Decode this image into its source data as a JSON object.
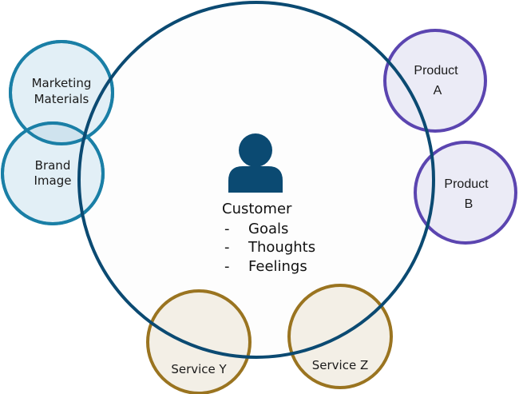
{
  "diagram": {
    "center": {
      "title": "Customer",
      "items": [
        "Goals",
        "Thoughts",
        "Feelings"
      ],
      "bullet": "-",
      "icon": "person-icon",
      "icon_color": "#0b4a72",
      "ring_color": "#0b4a72"
    },
    "touchpoints": [
      {
        "id": "marketing-materials",
        "lines": [
          "Marketing",
          "Materials"
        ],
        "group": "brand"
      },
      {
        "id": "brand-image",
        "lines": [
          "Brand",
          "Image"
        ],
        "group": "brand"
      },
      {
        "id": "product-a",
        "lines": [
          "Product",
          "A"
        ],
        "group": "product"
      },
      {
        "id": "product-b",
        "lines": [
          "Product",
          "B"
        ],
        "group": "product"
      },
      {
        "id": "service-y",
        "lines": [
          "Service Y"
        ],
        "group": "service"
      },
      {
        "id": "service-z",
        "lines": [
          "Service Z"
        ],
        "group": "service"
      }
    ],
    "groups": {
      "brand": {
        "stroke": "#1a7fa6",
        "fill": "#e2eff6"
      },
      "product": {
        "stroke": "#5b45b0",
        "fill": "#ebebf6"
      },
      "service": {
        "stroke": "#9a7420",
        "fill": "#f3efe6"
      }
    }
  }
}
